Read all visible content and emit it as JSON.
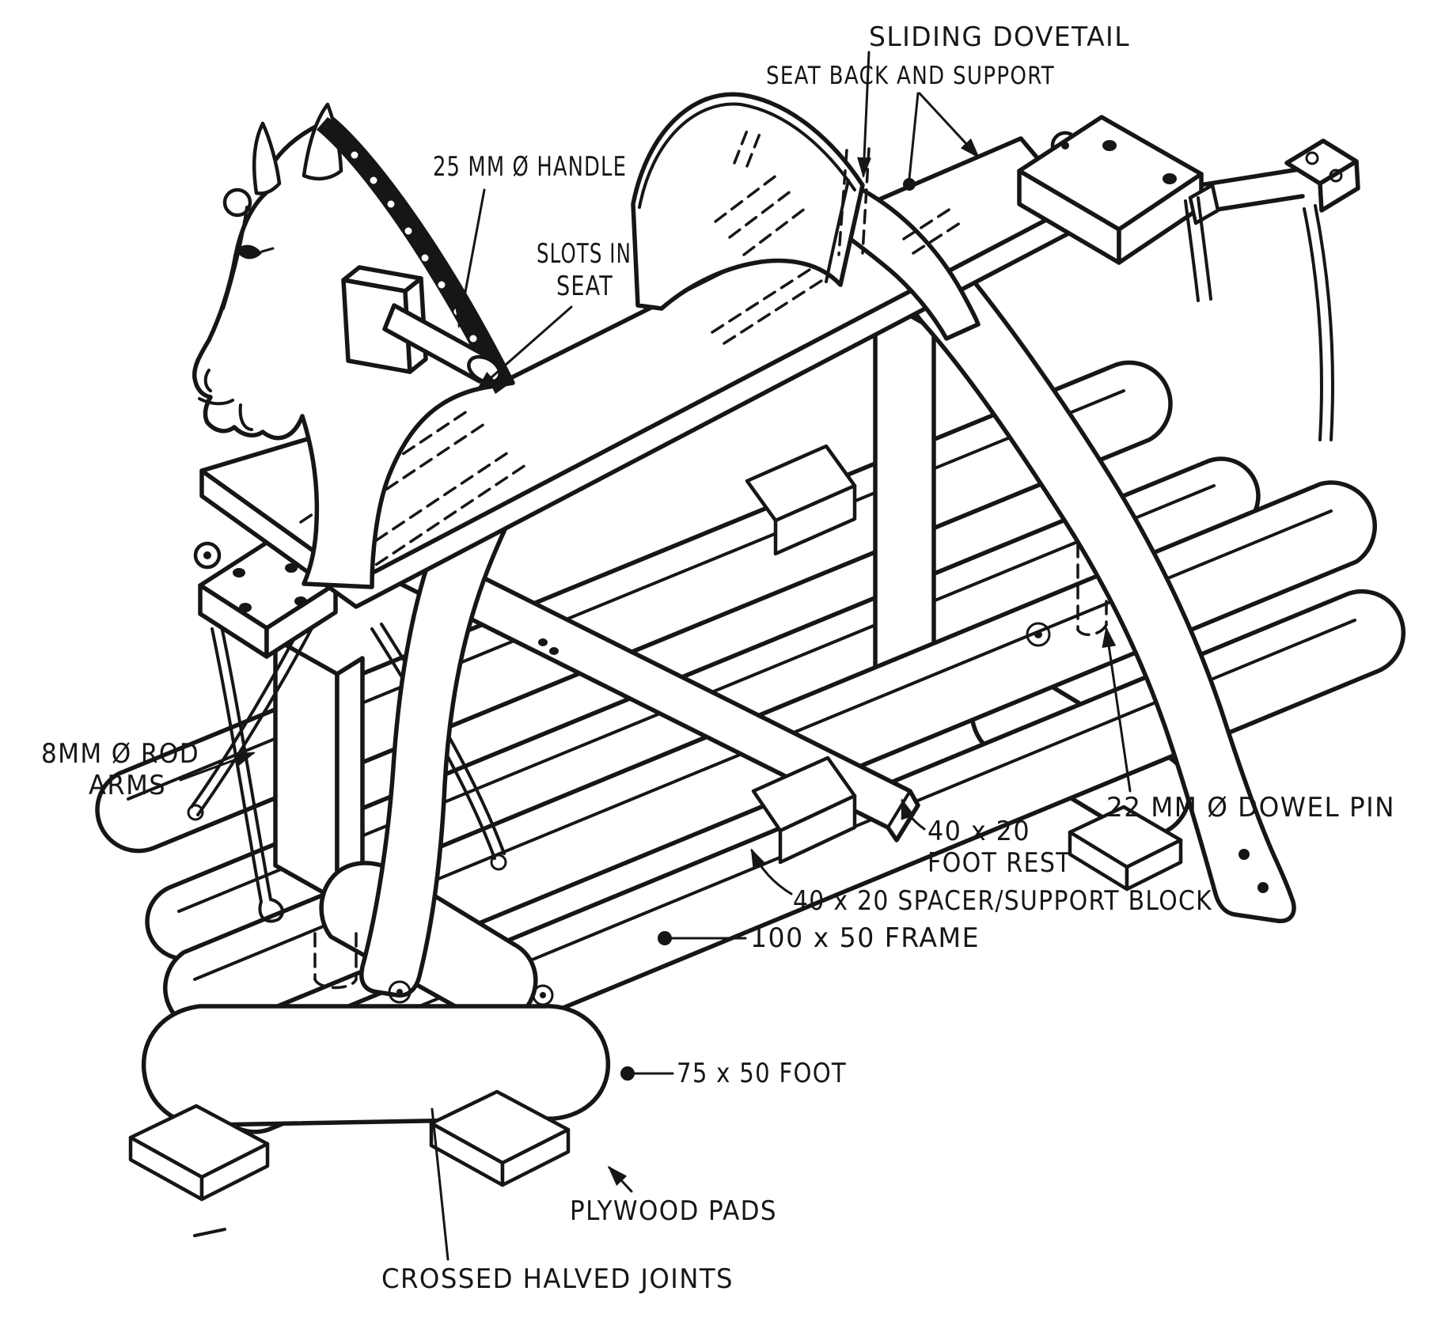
{
  "meta": {
    "title": "Rocking horse construction diagram",
    "ink_color": "#161616",
    "paper_color": "#ffffff",
    "drawing_style": "hand-drawn isometric line drawing"
  },
  "labels": {
    "sliding_dovetail": "SLIDING DOVETAIL",
    "seat_back_and_support": "SEAT BACK AND SUPPORT",
    "handle": "25 MM Ø HANDLE",
    "slots_in_seat_line1": "SLOTS IN",
    "slots_in_seat_line2": "SEAT",
    "rod_arms_line1": "8MM Ø ROD",
    "rod_arms_line2": "ARMS",
    "dowel_pin": "22 MM Ø DOWEL PIN",
    "foot_rest_line1": "40 x 20",
    "foot_rest_line2": "FOOT REST",
    "spacer_support_block": "40 x 20 SPACER/SUPPORT BLOCK",
    "frame": "100 x 50 FRAME",
    "foot": "75 x 50 FOOT",
    "plywood_pads": "PLYWOOD PADS",
    "crossed_halved_joints": "CROSSED HALVED JOINTS"
  }
}
